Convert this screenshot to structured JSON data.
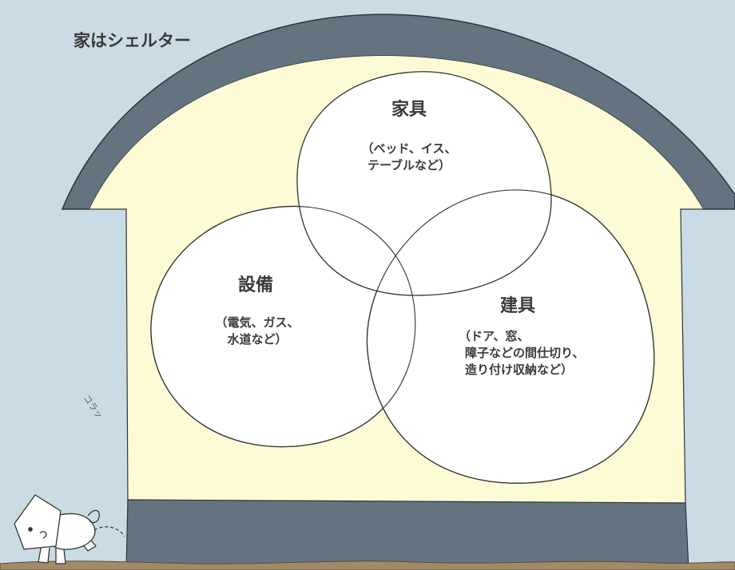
{
  "title": "家はシェルター",
  "circles": {
    "kagu": {
      "heading": "家具",
      "detail": [
        "（ベッド、イス、",
        "テーブルなど）"
      ]
    },
    "setsubi": {
      "heading": "設備",
      "detail": [
        "（電気、ガス、",
        "水道など）"
      ]
    },
    "tategu": {
      "heading": "建具",
      "detail": [
        "（ドア、窓、",
        "障子などの間仕切り、",
        "造り付け収納など）"
      ]
    }
  },
  "sound_effect": "コラッ",
  "colors": {
    "sky": "#c9dce6",
    "roof": "#637480",
    "wall": "#fdfbd5",
    "foundation": "#637480",
    "ground": "#a08a68",
    "circle_fill": "#ffffff",
    "line": "#333333"
  }
}
